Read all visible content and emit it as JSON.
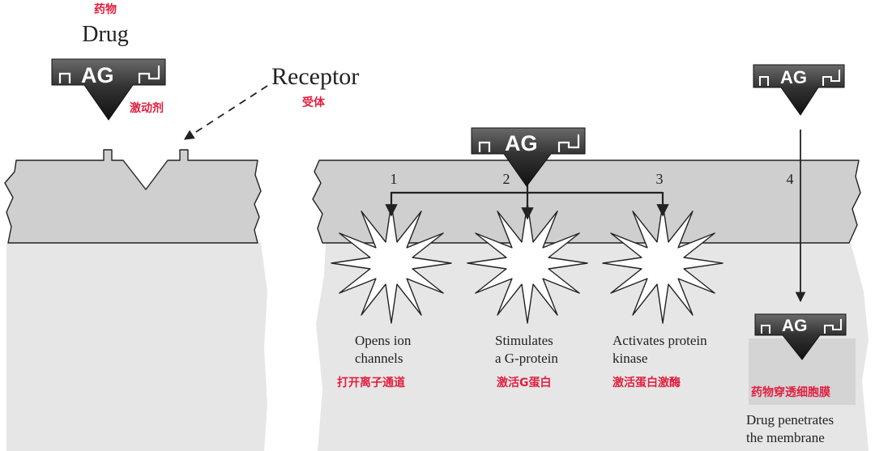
{
  "colors": {
    "annotation_red": "#e01f3f",
    "membrane_fill": "#cfcfcf",
    "cell_fill": "#e6e6e6",
    "agonist_dark": "#2a2a2a",
    "outline": "#222222"
  },
  "left_panel": {
    "drug_label_cn": "药物",
    "drug_label": "Drug",
    "agonist_text": "AG",
    "agonist_label_cn": "激动剂",
    "receptor_label": "Receptor",
    "receptor_label_cn": "受体"
  },
  "right_panel": {
    "agonist_text": "AG",
    "pathways": [
      {
        "number": "1",
        "effect": "Opens ion\nchannels",
        "effect_cn": "打开离子通道"
      },
      {
        "number": "2",
        "effect": "Stimulates\na G-protein",
        "effect_cn": "激活G蛋白"
      },
      {
        "number": "3",
        "effect": "Activates protein\nkinase",
        "effect_cn": "激活蛋白激酶"
      },
      {
        "number": "4",
        "effect": "Drug penetrates\nthe membrane",
        "effect_cn": "药物穿透细胞膜"
      }
    ]
  }
}
